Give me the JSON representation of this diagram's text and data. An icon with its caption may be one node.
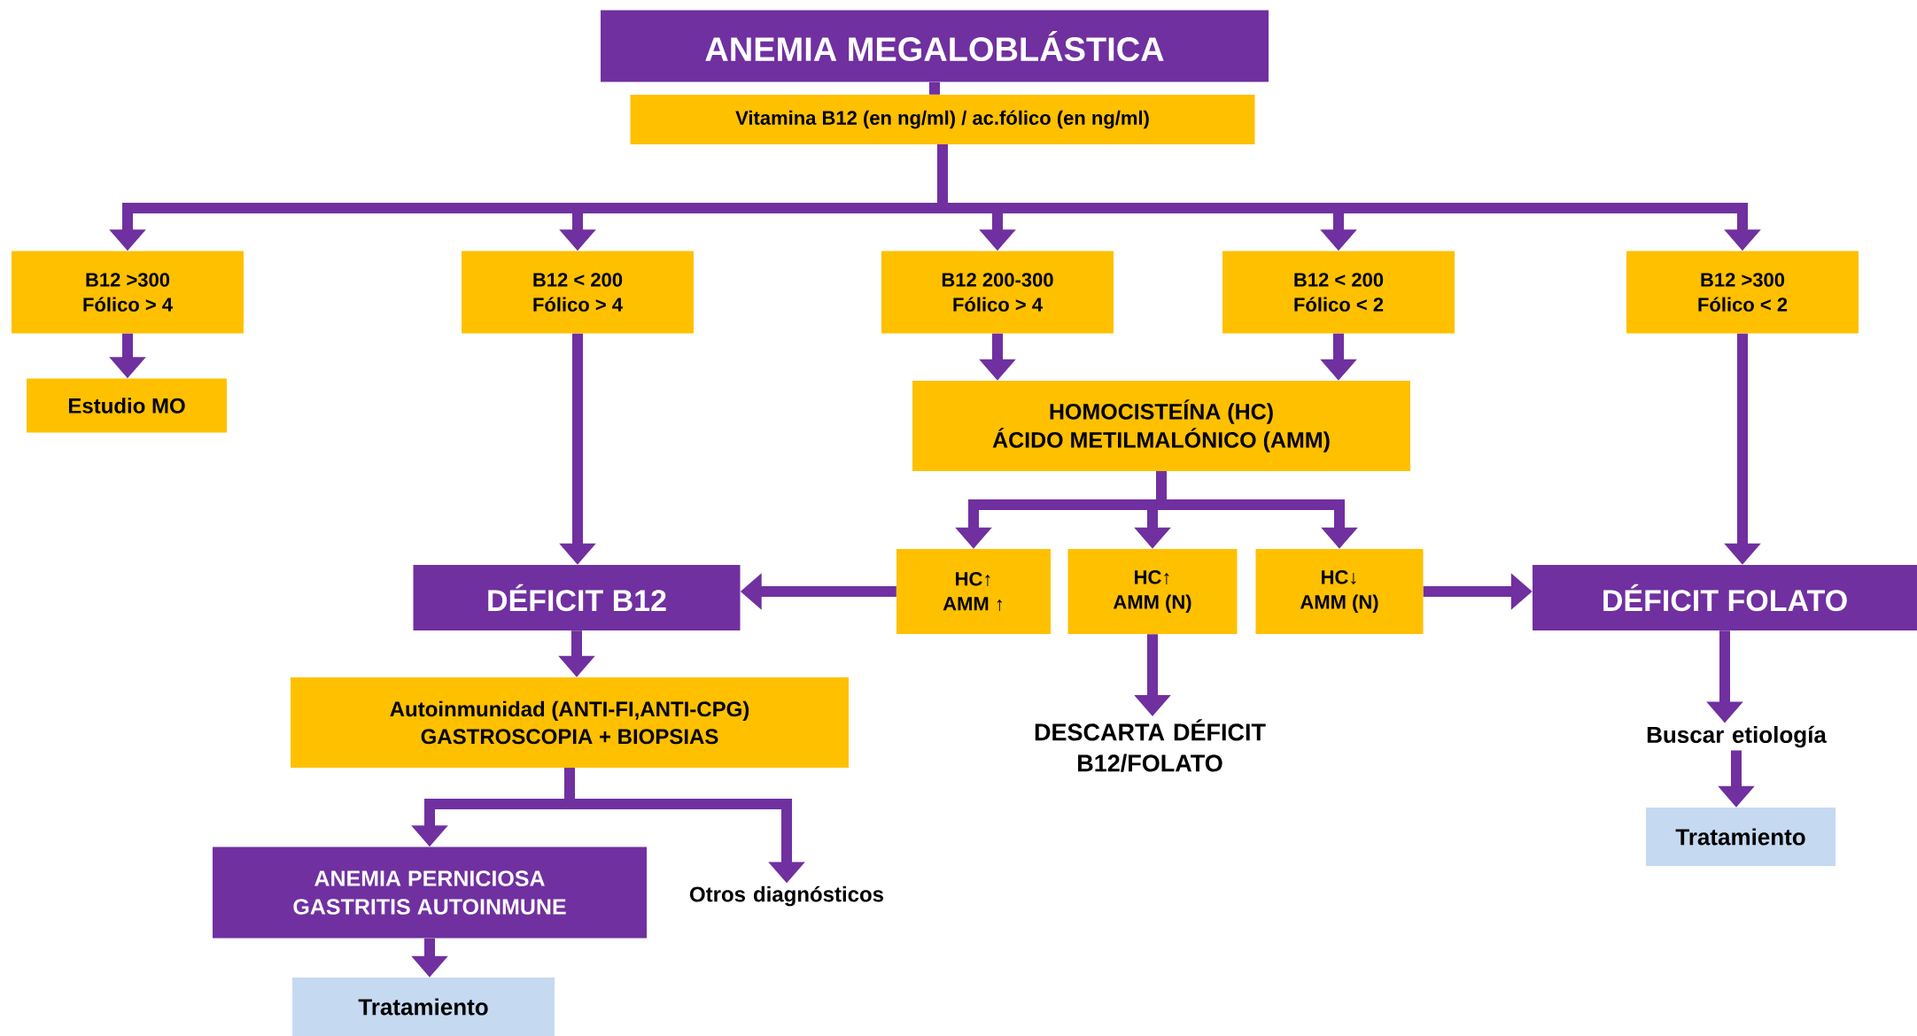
{
  "diagram": {
    "nodes": [
      {
        "text": [
          "ANEMIA MEGALOBLÁSTICA"
        ]
      },
      {
        "text": [
          "Vitamina B12 (en ng/ml) / ac.fólico (en ng/ml)"
        ]
      },
      {
        "text": [
          "B12 >300",
          "Fólico > 4"
        ]
      },
      {
        "text": [
          "B12 < 200",
          "Fólico > 4"
        ]
      },
      {
        "text": [
          "B12 200-300",
          "Fólico > 4"
        ]
      },
      {
        "text": [
          "B12 < 200",
          "Fólico < 2"
        ]
      },
      {
        "text": [
          "B12 >300",
          "Fólico < 2"
        ]
      },
      {
        "text": [
          "Estudio MO"
        ]
      },
      {
        "text": [
          "HOMOCISTEÍNA (HC)",
          "ÁCIDO METILMALÓNICO (AMM)"
        ]
      },
      {
        "text": [
          "DÉFICIT B12"
        ]
      },
      {
        "text": [
          "HC↑",
          "AMM ↑"
        ]
      },
      {
        "text": [
          "HC↑",
          "AMM (N)"
        ]
      },
      {
        "text": [
          "HC↓",
          "AMM (N)"
        ]
      },
      {
        "text": [
          "DÉFICIT FOLATO"
        ]
      },
      {
        "text": [
          "Autoinmunidad (ANTI-FI,ANTI-CPG)",
          "GASTROSCOPIA + BIOPSIAS"
        ]
      },
      {
        "text": [
          "DESCARTA DÉFICIT B12/FOLATO"
        ]
      },
      {
        "text": [
          "Buscar etiología"
        ]
      },
      {
        "text": [
          "Tratamiento"
        ]
      },
      {
        "text": [
          "ANEMIA PERNICIOSA",
          "GASTRITIS AUTOINMUNE"
        ]
      },
      {
        "text": [
          "Otros diagnósticos"
        ]
      },
      {
        "text": [
          "Tratamiento"
        ]
      }
    ],
    "edges": [
      {
        "from": 0,
        "to": 1,
        "arrow": "none"
      },
      {
        "from": 1,
        "to": 2,
        "arrow": "to"
      },
      {
        "from": 1,
        "to": 3,
        "arrow": "to"
      },
      {
        "from": 1,
        "to": 4,
        "arrow": "to"
      },
      {
        "from": 1,
        "to": 5,
        "arrow": "to"
      },
      {
        "from": 1,
        "to": 6,
        "arrow": "to"
      },
      {
        "from": 2,
        "to": 7,
        "arrow": "to"
      },
      {
        "from": 3,
        "to": 9,
        "arrow": "to"
      },
      {
        "from": 4,
        "to": 8,
        "arrow": "to"
      },
      {
        "from": 5,
        "to": 8,
        "arrow": "to"
      },
      {
        "from": 6,
        "to": 13,
        "arrow": "to"
      },
      {
        "from": 8,
        "to": 10,
        "arrow": "to"
      },
      {
        "from": 8,
        "to": 11,
        "arrow": "to"
      },
      {
        "from": 8,
        "to": 12,
        "arrow": "to"
      },
      {
        "from": 10,
        "to": 9,
        "arrow": "to"
      },
      {
        "from": 12,
        "to": 13,
        "arrow": "to"
      },
      {
        "from": 11,
        "to": 15,
        "arrow": "to"
      },
      {
        "from": 9,
        "to": 14,
        "arrow": "to"
      },
      {
        "from": 14,
        "to": 18,
        "arrow": "to"
      },
      {
        "from": 14,
        "to": 19,
        "arrow": "to"
      },
      {
        "from": 18,
        "to": 20,
        "arrow": "to"
      },
      {
        "from": 13,
        "to": 16,
        "arrow": "to"
      },
      {
        "from": 16,
        "to": 17,
        "arrow": "to"
      }
    ]
  }
}
